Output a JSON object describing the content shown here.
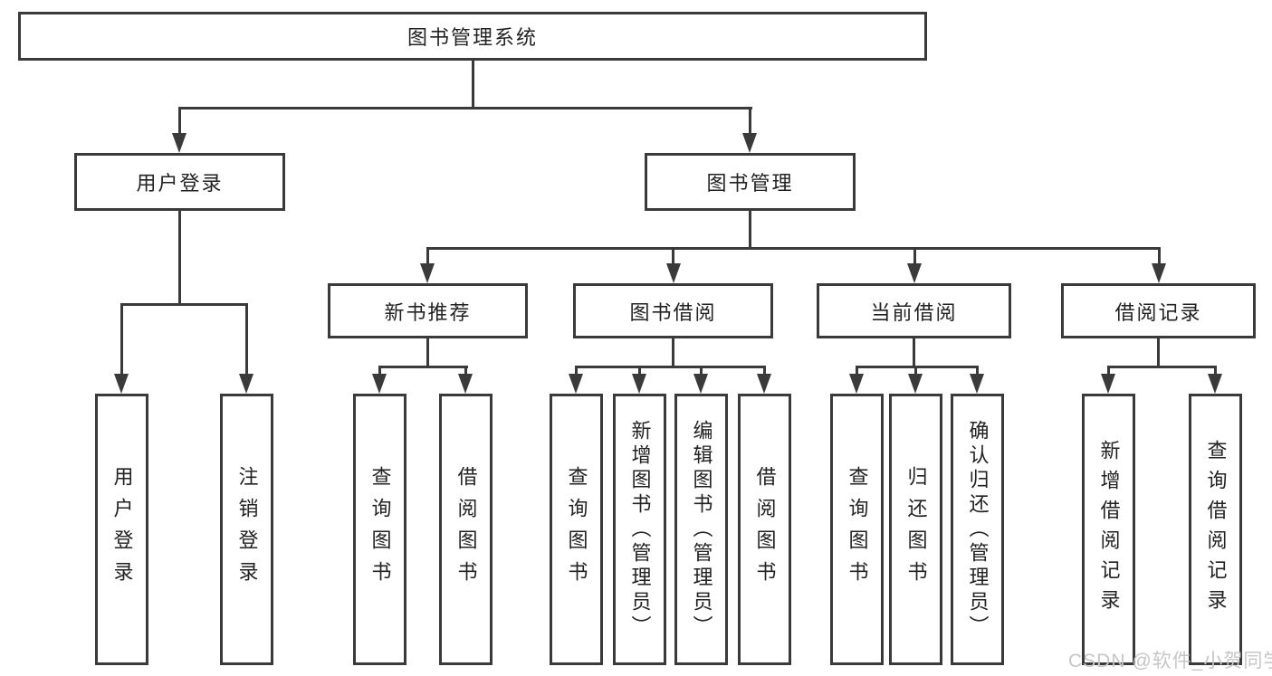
{
  "diagram": {
    "root": {
      "label": "图书管理系统"
    },
    "level2": {
      "user_login": {
        "label": "用户登录"
      },
      "book_mgmt": {
        "label": "图书管理"
      }
    },
    "level3": {
      "new_book": {
        "label": "新书推荐"
      },
      "book_borrow": {
        "label": "图书借阅"
      },
      "current_borrow": {
        "label": "当前借阅"
      },
      "borrow_record": {
        "label": "借阅记录"
      }
    },
    "leaves": {
      "user_login": [
        "用户登录",
        "注销登录"
      ],
      "new_book": [
        "查询图书",
        "借阅图书"
      ],
      "book_borrow": [
        "查询图书",
        "新增图书（管理员）",
        "编辑图书（管理员）",
        "借阅图书"
      ],
      "current_borrow": [
        "查询图书",
        "归还图书",
        "确认归还（管理员）"
      ],
      "borrow_record": [
        "新增借阅记录",
        "查询借阅记录"
      ]
    },
    "watermark": "CSDN @软件_小贺同学",
    "colors": {
      "line": "#3a3a3a",
      "border": "#3a3a3a",
      "text": "#222222",
      "background": "#ffffff",
      "watermark": "#c6c6c6"
    }
  }
}
